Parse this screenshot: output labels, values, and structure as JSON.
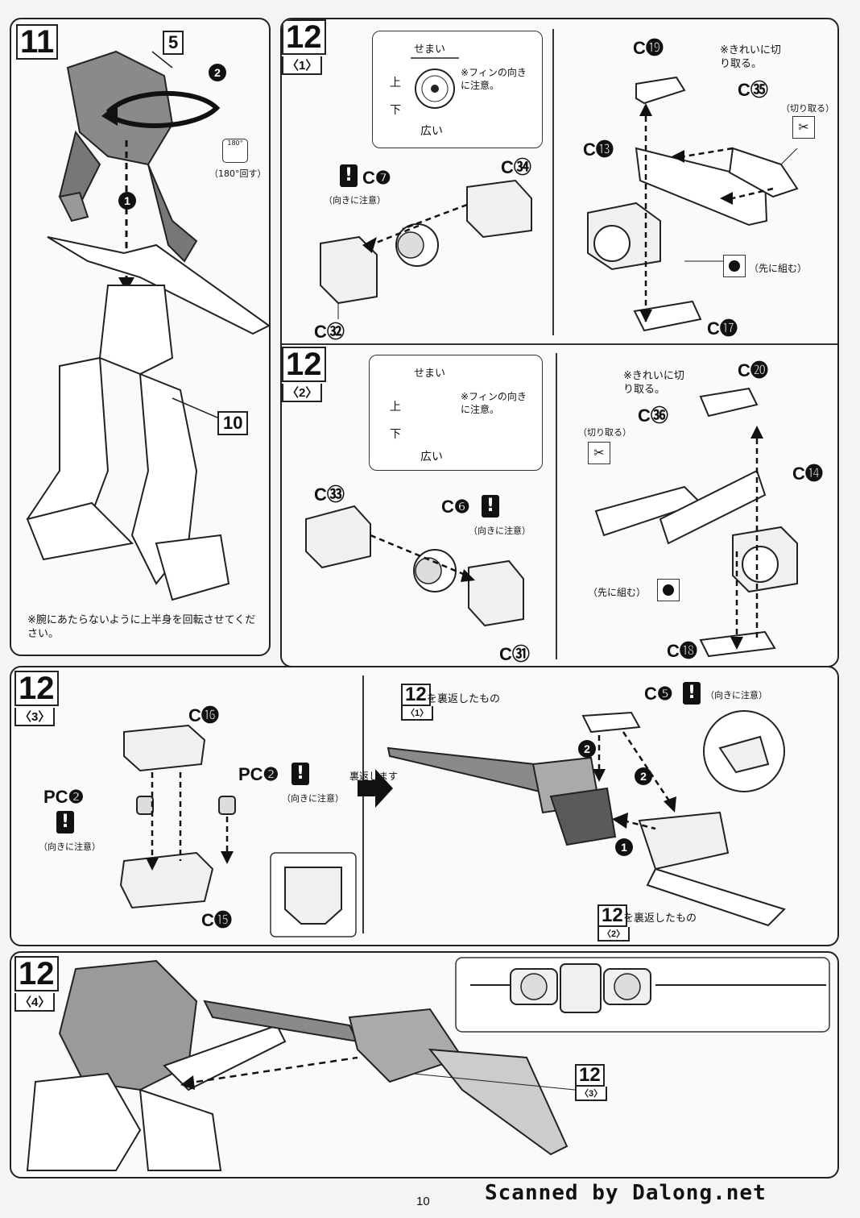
{
  "step11": {
    "step": "11",
    "callout_top": "5",
    "callout_bottom": "10",
    "rotate_icon_label": "180°",
    "rotate_caption": "（180°回す）",
    "note": "※腕にあたらないように上半身を回転させてください。"
  },
  "step12_1": {
    "step": "12",
    "sub": "〈1〉",
    "fan_narrow": "せまい",
    "fan_up": "上",
    "fan_down": "下",
    "fan_wide": "広い",
    "fan_note": "※フィンの向きに注意。",
    "c7": "C❼",
    "c7_caution": "（向きに注意）",
    "c34": "C㉞",
    "c32": "C㉜",
    "c19": "C⓳",
    "c13": "C⓭",
    "c35": "C㉟",
    "c35_note": "※きれいに切り取る。",
    "cut_label": "（切り取る）",
    "assemble_first": "（先に組む）",
    "c17": "C⓱"
  },
  "step12_2": {
    "step": "12",
    "sub": "〈2〉",
    "fan_narrow": "せまい",
    "fan_up": "上",
    "fan_down": "下",
    "fan_wide": "広い",
    "fan_note": "※フィンの向きに注意。",
    "c33": "C㉝",
    "c6": "C❻",
    "c6_caution": "（向きに注意）",
    "c31": "C㉛",
    "c20": "C⓴",
    "c36": "C㊱",
    "c36_note": "※きれいに切り取る。",
    "cut_label": "（切り取る）",
    "c14": "C⓮",
    "assemble_first": "（先に組む）",
    "c18": "C⓲"
  },
  "step12_3": {
    "step": "12",
    "sub": "〈3〉",
    "c16": "C⓰",
    "pc2_a": "PC❷",
    "pc2_b": "PC❷",
    "caution": "（向きに注意）",
    "c15": "C⓯",
    "flip": "裏返します",
    "ref1_step": "12",
    "ref1_sub": "〈1〉",
    "ref1_text": "を裏返したもの",
    "c5": "C❺",
    "c5_caution": "（向きに注意）",
    "ref2_step": "12",
    "ref2_sub": "〈2〉",
    "ref2_text": "を裏返したもの"
  },
  "step12_4": {
    "step": "12",
    "sub": "〈4〉",
    "ref_step": "12",
    "ref_sub": "〈3〉"
  },
  "footer": {
    "page": "10",
    "credit": "Scanned by Dalong.net"
  }
}
